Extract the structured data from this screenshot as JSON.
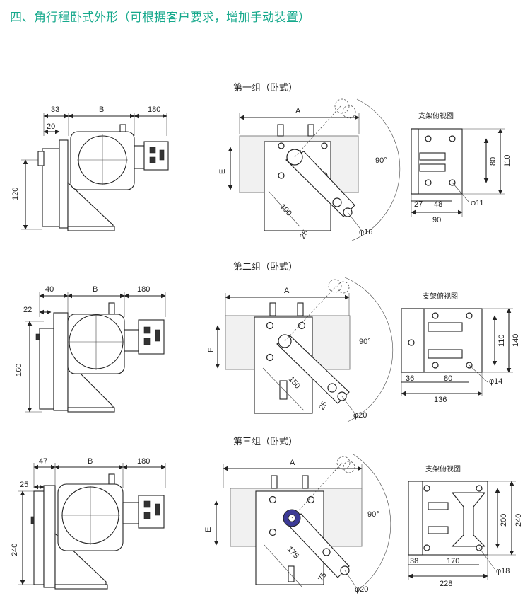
{
  "header": {
    "title": "四、角行程卧式外形（可根据客户要求，增加手动装置）"
  },
  "groups": [
    {
      "title": "第一组（卧式）",
      "side_view": {
        "dim_top_left": "33",
        "dim_b": "B",
        "dim_right": "180",
        "dim_inner": "20",
        "dim_height": "120"
      },
      "front_view": {
        "dim_a": "A",
        "dim_e": "E",
        "dim_angle": "90°",
        "dim_arm": "100",
        "dim_end": "25",
        "dim_pin": "φ16"
      },
      "bracket_view": {
        "title": "支架俯视图",
        "dim_h_inner": "80",
        "dim_h_outer": "110",
        "dim_w1": "27",
        "dim_w2": "48",
        "dim_w_total": "90",
        "dim_hole": "φ11"
      }
    },
    {
      "title": "第二组（卧式）",
      "side_view": {
        "dim_top_left": "40",
        "dim_b": "B",
        "dim_right": "180",
        "dim_inner": "22",
        "dim_height": "160"
      },
      "front_view": {
        "dim_a": "A",
        "dim_e": "E",
        "dim_angle": "90°",
        "dim_arm": "150",
        "dim_end": "25",
        "dim_pin": "φ20"
      },
      "bracket_view": {
        "title": "支架俯视图",
        "dim_h_inner": "110",
        "dim_h_outer": "140",
        "dim_w1": "36",
        "dim_w2": "80",
        "dim_w_total": "136",
        "dim_hole": "φ14"
      }
    },
    {
      "title": "第三组（卧式）",
      "side_view": {
        "dim_top_left": "47",
        "dim_b": "B",
        "dim_right": "180",
        "dim_inner": "25",
        "dim_height": "240"
      },
      "front_view": {
        "dim_a": "A",
        "dim_e": "E",
        "dim_angle": "90°",
        "dim_arm": "175",
        "dim_end": "75",
        "dim_pin": "φ20"
      },
      "bracket_view": {
        "title": "支架俯视图",
        "dim_h_inner": "200",
        "dim_h_outer": "240",
        "dim_w1": "38",
        "dim_w2": "170",
        "dim_w_total": "228",
        "dim_hole": "φ18"
      }
    }
  ]
}
